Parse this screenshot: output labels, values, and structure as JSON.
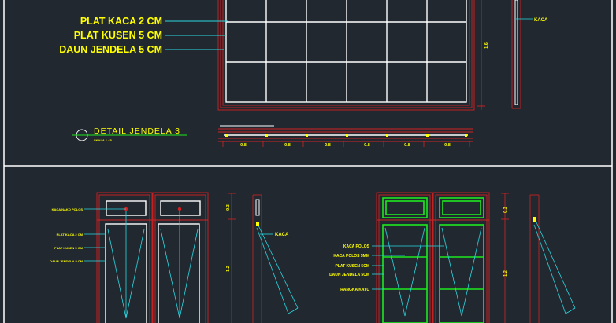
{
  "top_panel": {
    "labels": [
      "PLAT KACA 2 CM",
      "PLAT KUSEN 5 CM",
      "DAUN JENDELA 5 CM"
    ],
    "kaca": "KACA",
    "height_dim": "1.6",
    "title": "DETAIL  JENDELA  3",
    "scale": "SKALA 1 : 5",
    "widths": [
      "0.8",
      "0.8",
      "0.8",
      "0.8",
      "0.8",
      "0.8"
    ]
  },
  "bottom_left": {
    "labels": [
      "KACA NAKO POLOS",
      "PLAT KACA 2 CM",
      "PLAT KUSEN 5 CM",
      "DAUN JENDELA 5 CM"
    ],
    "kaca": "KACA",
    "dims": [
      "0.3",
      "1.2"
    ]
  },
  "bottom_right": {
    "labels": [
      "KACA POLOS",
      "KACA POLOS 5MM",
      "PLAT KUSEN 5CM",
      "DAUN JENDELA 5CM",
      "RANGKA KAYU"
    ],
    "dims": [
      "0.3",
      "1.2"
    ]
  },
  "colors": {
    "background": "#212830",
    "frame_red": "#d42222",
    "grid_white": "#ffffff",
    "leader_cyan": "#2ad7e0",
    "text_yellow": "#ffff00",
    "frame_green": "#1ee81e"
  }
}
